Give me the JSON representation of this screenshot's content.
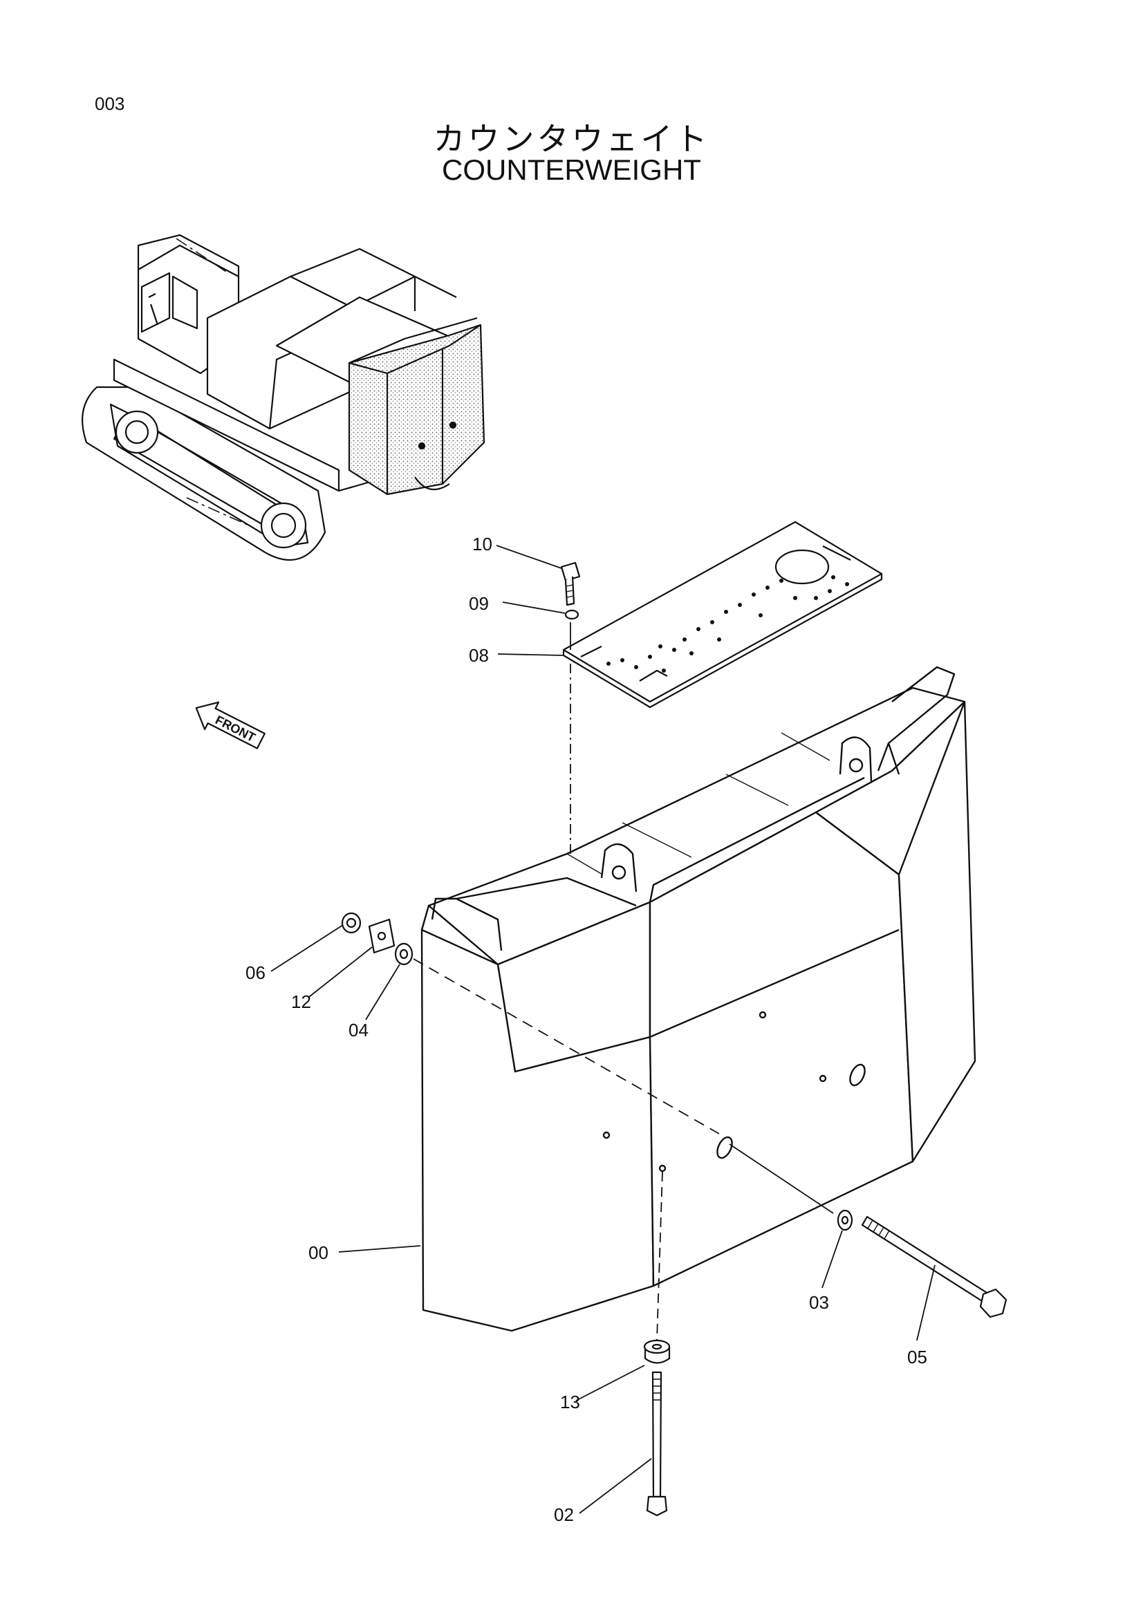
{
  "page": {
    "number": "003"
  },
  "title": {
    "japanese": "カウンタウェイト",
    "english": "COUNTERWEIGHT"
  },
  "direction_marker": {
    "label": "FRONT",
    "icon": "arrow-left-icon"
  },
  "parts": [
    {
      "id": "00"
    },
    {
      "id": "02"
    },
    {
      "id": "03"
    },
    {
      "id": "04"
    },
    {
      "id": "05"
    },
    {
      "id": "06"
    },
    {
      "id": "08"
    },
    {
      "id": "09"
    },
    {
      "id": "10"
    },
    {
      "id": "12"
    },
    {
      "id": "13"
    }
  ],
  "colors": {
    "line": "#111111",
    "stipple": "#b8b8b8",
    "background": "#ffffff"
  }
}
